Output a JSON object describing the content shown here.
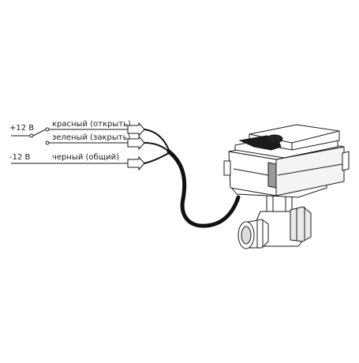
{
  "labels": {
    "plus_voltage": "+12 В",
    "minus_voltage": "-12 В",
    "wire_red": "красный (открыть)",
    "wire_green": "зеленый (закрыть)",
    "wire_black": "черный (общий)"
  },
  "colors": {
    "line": "#1a1a1a",
    "cable": "#111111",
    "body_fill": "#ffffff",
    "shade": "#dcdcdc",
    "dark_shade": "#9a9a9a"
  }
}
